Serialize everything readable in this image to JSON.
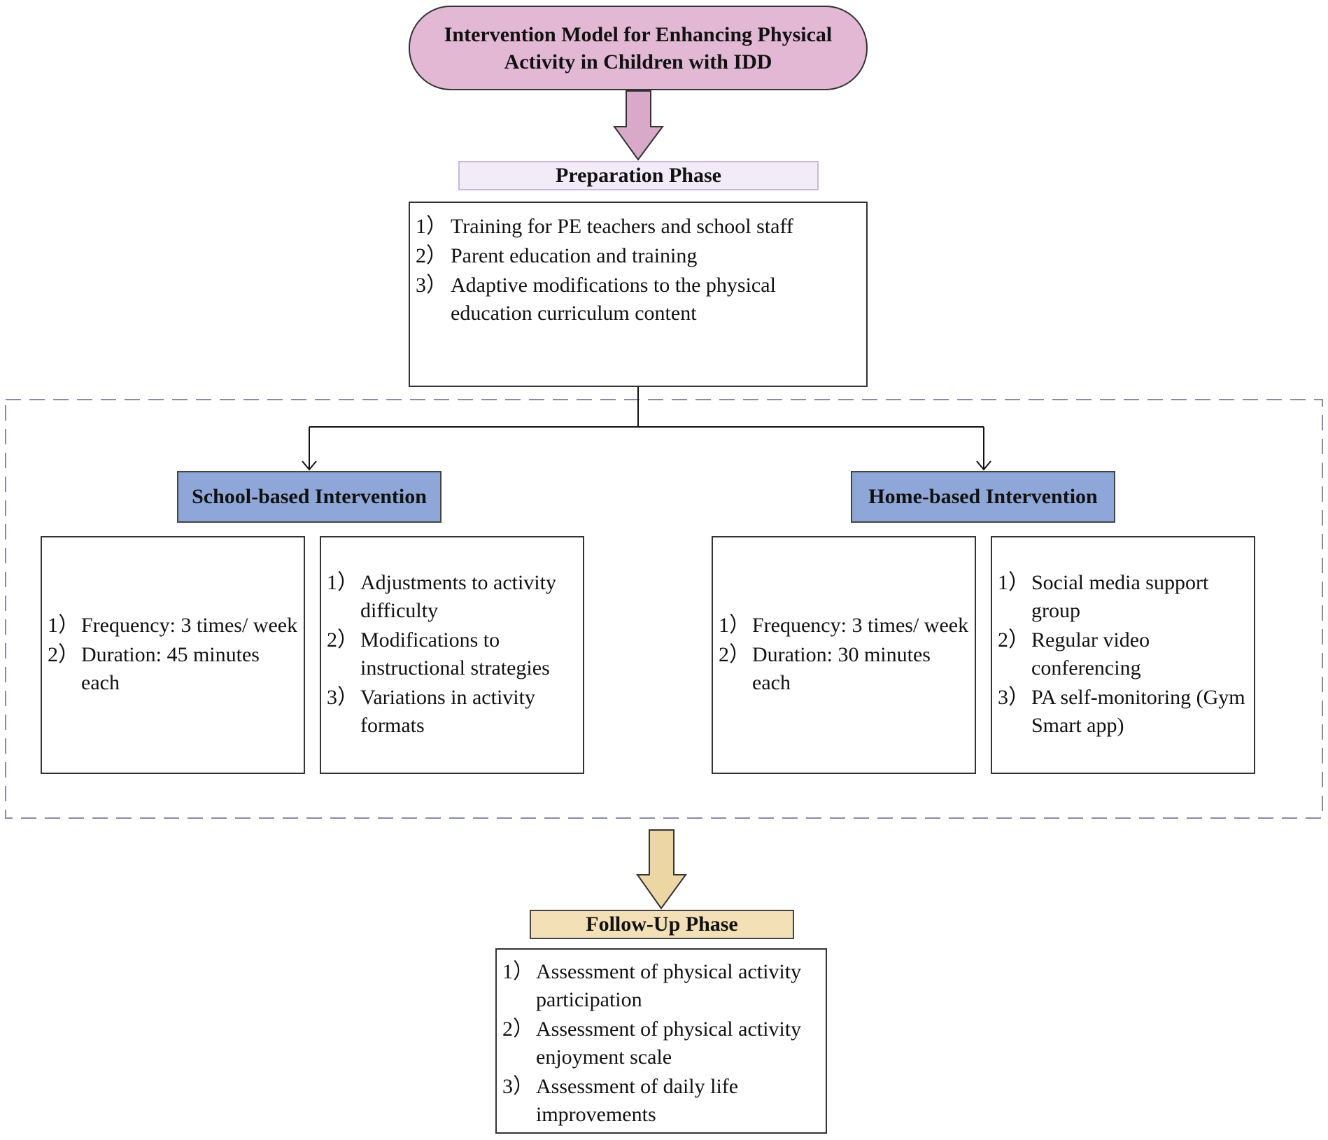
{
  "title": "Intervention Model for Enhancing Physical Activity in Children with IDD",
  "preparation": {
    "label": "Preparation Phase",
    "items": [
      {
        "num": "1）",
        "text": "Training for PE teachers and school staff"
      },
      {
        "num": "2）",
        "text": "Parent education and training"
      },
      {
        "num": "3）",
        "text": "Adaptive modifications to the physical education curriculum content"
      }
    ]
  },
  "school": {
    "label": "School-based Intervention",
    "schedule": [
      {
        "num": "1）",
        "text": "Frequency: 3 times/ week"
      },
      {
        "num": "2）",
        "text": "Duration: 45 minutes each"
      }
    ],
    "strategies": [
      {
        "num": "1）",
        "text": "Adjustments to activity difficulty"
      },
      {
        "num": "2）",
        "text": "Modifications to instructional strategies"
      },
      {
        "num": "3）",
        "text": "Variations in activity formats"
      }
    ]
  },
  "home": {
    "label": "Home-based Intervention",
    "schedule": [
      {
        "num": "1）",
        "text": "Frequency: 3 times/ week"
      },
      {
        "num": "2）",
        "text": "Duration: 30 minutes each"
      }
    ],
    "supports": [
      {
        "num": "1）",
        "text": "Social media support group"
      },
      {
        "num": "2）",
        "text": "Regular video conferencing"
      },
      {
        "num": "3）",
        "text": "PA self-monitoring (Gym Smart app)"
      }
    ]
  },
  "follow_up": {
    "label": "Follow-Up Phase",
    "items": [
      {
        "num": "1）",
        "text": "Assessment of physical activity participation"
      },
      {
        "num": "2）",
        "text": "Assessment of physical activity enjoyment scale"
      },
      {
        "num": "3）",
        "text": "Assessment of daily life improvements"
      }
    ]
  },
  "colors": {
    "title_fill": "#e2b8d4",
    "title_arrow": "#d9a9c9",
    "prep_fill": "#f2ecf8",
    "branch_fill": "#8fa7d8",
    "follow_fill": "#f3e0b7",
    "follow_arrow": "#ecd6a4",
    "dashed_border": "#8a8aa8"
  }
}
